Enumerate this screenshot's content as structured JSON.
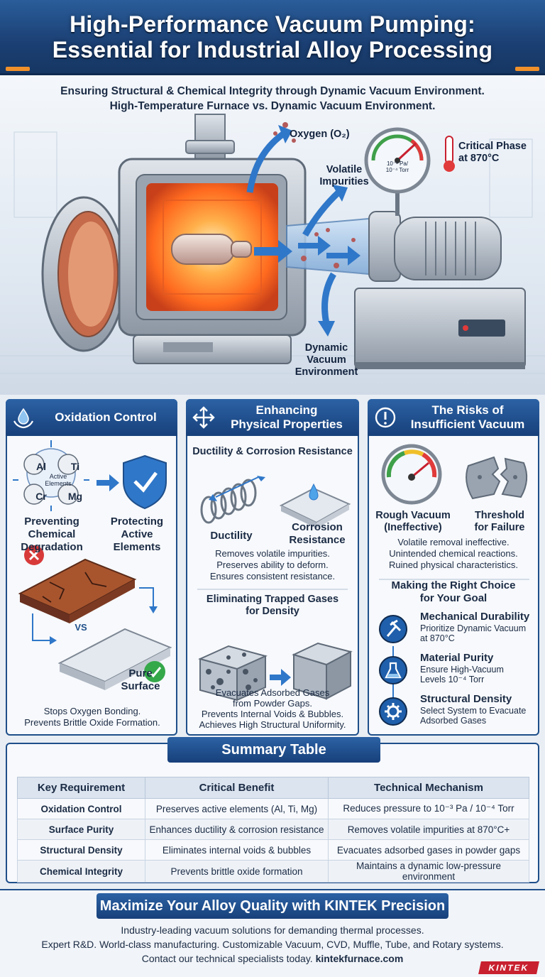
{
  "header": {
    "title_line1": "High-Performance Vacuum Pumping:",
    "title_line2": "Essential for Industrial Alloy Processing"
  },
  "hero": {
    "subtitle_line1": "Ensuring Structural & Chemical Integrity through Dynamic Vacuum Environment.",
    "subtitle_line2": "High-Temperature Furnace vs. Dynamic Vacuum Environment.",
    "oxygen_label": "Oxygen (O₂)",
    "volatile_label_1": "Volatile",
    "volatile_label_2": "Impurities",
    "critical_label_1": "Critical Phase",
    "critical_label_2": "at 870°C",
    "gauge_text_1": "10⁻³ Pa/",
    "gauge_text_2": "10⁻⁴ Torr",
    "dynamic_label_1": "Dynamic",
    "dynamic_label_2": "Vacuum",
    "dynamic_label_3": "Environment"
  },
  "oxidation": {
    "title": "Oxidation Control",
    "elements": [
      "Al",
      "Ti",
      "Cr",
      "Mg"
    ],
    "active_label_1": "Active",
    "active_label_2": "Elements",
    "preventing_1": "Preventing",
    "preventing_2": "Chemical",
    "preventing_3": "Degradation",
    "protecting_1": "Protecting",
    "protecting_2": "Active",
    "protecting_3": "Elements",
    "vs": "VS",
    "pure_1": "Pure",
    "pure_2": "Surface",
    "desc_1": "Stops Oxygen Bonding.",
    "desc_2": "Prevents Brittle Oxide Formation."
  },
  "enhancing": {
    "title_1": "Enhancing",
    "title_2": "Physical Properties",
    "section1": "Ductility & Corrosion Resistance",
    "ductility": "Ductility",
    "corrosion_1": "Corrosion",
    "corrosion_2": "Resistance",
    "desc1_1": "Removes volatile impurities.",
    "desc1_2": "Preserves ability to deform.",
    "desc1_3": "Ensures consistent resistance.",
    "section2_1": "Eliminating Trapped Gases",
    "section2_2": "for Density",
    "desc2_1": "Evacuates Adsorbed Gases",
    "desc2_2": "from Powder Gaps.",
    "desc2_3": "Prevents Internal Voids & Bubbles.",
    "desc2_4": "Achieves High Structural Uniformity."
  },
  "risks": {
    "title_1": "The Risks of",
    "title_2": "Insufficient Vacuum",
    "rough_1": "Rough Vacuum",
    "rough_2": "(Ineffective)",
    "threshold_1": "Threshold",
    "threshold_2": "for Failure",
    "desc_1": "Volatile removal ineffective.",
    "desc_2": "Unintended chemical reactions.",
    "desc_3": "Ruined physical characteristics.",
    "choice_1": "Making the Right Choice",
    "choice_2": "for Your Goal",
    "goals": [
      {
        "title": "Mechanical Durability",
        "line1": "Prioritize Dynamic Vacuum",
        "line2": "at 870°C"
      },
      {
        "title": "Material Purity",
        "line1": "Ensure High-Vacuum",
        "line2": "Levels 10⁻⁴ Torr"
      },
      {
        "title": "Structural Density",
        "line1": "Select System to Evacuate",
        "line2": "Adsorbed Gases"
      }
    ]
  },
  "summary": {
    "title": "Summary Table",
    "headers": [
      "Key Requirement",
      "Critical Benefit",
      "Technical Mechanism"
    ],
    "rows": [
      [
        "Oxidation Control",
        "Preserves active elements (Al, Ti, Mg)",
        "Reduces pressure to 10⁻³ Pa / 10⁻⁴ Torr"
      ],
      [
        "Surface Purity",
        "Enhances ductility & corrosion resistance",
        "Removes volatile impurities at 870°C+"
      ],
      [
        "Structural Density",
        "Eliminates internal voids & bubbles",
        "Evacuates adsorbed gases in powder gaps"
      ],
      [
        "Chemical Integrity",
        "Prevents brittle oxide formation",
        "Maintains a dynamic low-pressure environment"
      ]
    ]
  },
  "footer": {
    "banner": "Maximize Your Alloy Quality with KINTEK Precision",
    "line1": "Industry-leading vacuum solutions for demanding thermal processes.",
    "line2": "Expert R&D. World-class manufacturing. Customizable Vacuum, CVD, Muffle, Tube, and Rotary systems.",
    "line3_prefix": "Contact our technical specialists today.",
    "line3_link": "kintekfurnace.com",
    "logo": "KINTEK"
  },
  "colors": {
    "navy": "#1f4f8a",
    "accent_orange": "#f0902a",
    "hot_orange": "#ff7a2a",
    "danger_red": "#d83a3a",
    "success_green": "#35a84a"
  }
}
